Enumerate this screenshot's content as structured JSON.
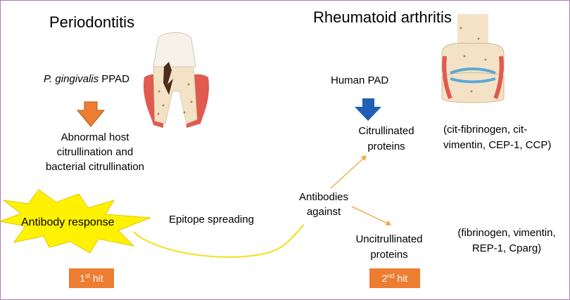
{
  "periodontitis": {
    "title": "Periodontitis",
    "enzyme_italic": "P. gingivalis",
    "enzyme_rest": " PPAD",
    "outcome_line1": "Abnormal host",
    "outcome_line2": "citrullination and",
    "outcome_line3": "bacterial citrullination"
  },
  "rheumatoid": {
    "title": "Rheumatoid arthritis",
    "enzyme": "Human PAD",
    "citrullinated_line1": "Citrullinated",
    "citrullinated_line2": "proteins",
    "cit_examples_line1": "(cit-fibrinogen, cit-",
    "cit_examples_line2": "vimentin, CEP-1, CCP)",
    "uncitrullinated_line1": "Uncitrullinated",
    "uncitrullinated_line2": "proteins",
    "uncit_examples_line1": "(fibrinogen, vimentin,",
    "uncit_examples_line2": "REP-1, Cparg)"
  },
  "antibodies": {
    "line1": "Antibodies",
    "line2": "against"
  },
  "antibody_response": "Antibody response",
  "epitope_spreading": "Epitope spreading",
  "hit1": {
    "number": "1",
    "suffix": "st",
    "word": " hit"
  },
  "hit2": {
    "number": "2",
    "suffix": "nd",
    "word": " hit"
  },
  "colors": {
    "orange_arrow": "#ed7d31",
    "blue_arrow": "#1f5fb4",
    "burst_fill": "#fff200",
    "curve": "#f2e01a",
    "hit_box": "#ed7d31",
    "border": "#b07ab8"
  }
}
